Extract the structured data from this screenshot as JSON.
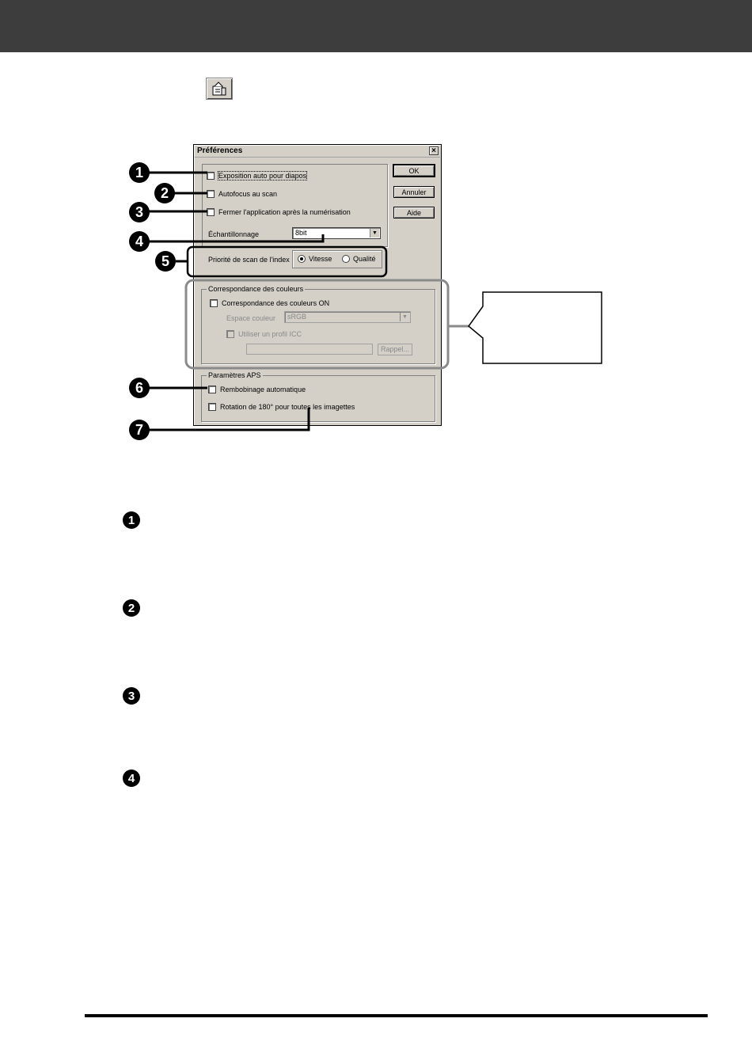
{
  "dialog": {
    "title": "Préférences",
    "close_glyph": "×",
    "options": {
      "auto_exposure": "Exposition auto pour diapos",
      "autofocus": "Autofocus au scan",
      "close_app": "Fermer l'application après la numérisation"
    },
    "sampling": {
      "label": "Échantillonnage",
      "value": "8bit"
    },
    "index_priority": {
      "label": "Priorité de scan de l'index",
      "speed": "Vitesse",
      "quality": "Qualité",
      "selected": "speed"
    },
    "buttons": {
      "ok": "OK",
      "cancel": "Annuler",
      "help": "Aide"
    },
    "color_matching": {
      "group_label": "Correspondance des couleurs",
      "enable": "Correspondance des couleurs ON",
      "color_space_label": "Espace couleur",
      "color_space_value": "sRGB",
      "use_icc": "Utiliser un profil ICC",
      "browse": "Rappel..."
    },
    "aps": {
      "group_label": "Paramètres APS",
      "auto_rewind": "Rembobinage automatique",
      "rotate_180": "Rotation de 180° pour toutes les imagettes"
    }
  },
  "markers": [
    "1",
    "2",
    "3",
    "4",
    "5",
    "6",
    "7"
  ],
  "sections": [
    "1",
    "2",
    "3",
    "4"
  ],
  "icons": [
    "preferences-icon",
    "close-icon",
    "dropdown-arrow-icon"
  ],
  "colors": {
    "header": "#3d3d3d",
    "highlight_gray": "#8a8a8a",
    "dialog_face": "#d4d0c8"
  }
}
